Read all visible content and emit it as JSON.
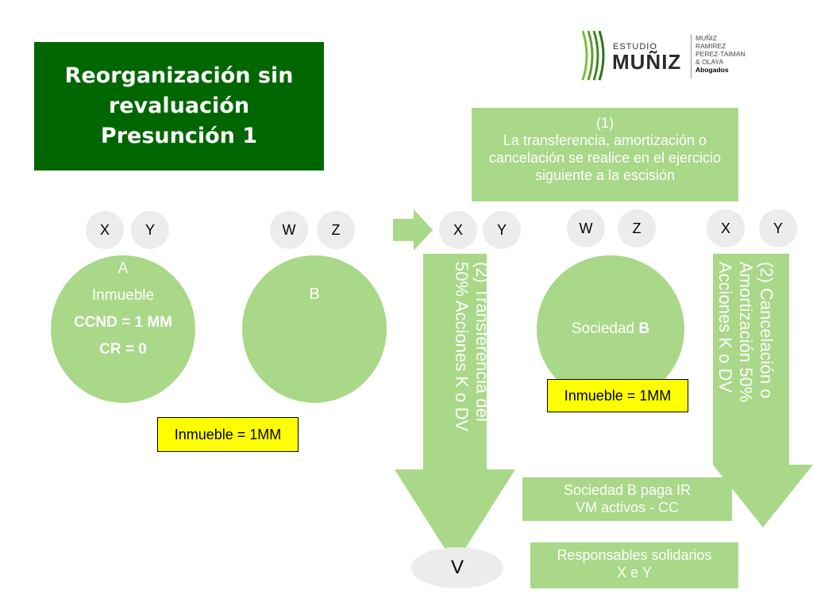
{
  "title": {
    "line1": "Reorganización sin",
    "line2": "revaluación",
    "line3": "Presunción 1"
  },
  "logo": {
    "estudio": "ESTUDIO",
    "muniz": "MUÑIZ",
    "partners": [
      "MUÑIZ",
      "RAMIREZ",
      "PEREZ-TAIMAN",
      "& OLAYA"
    ],
    "abogados": "Abogados"
  },
  "note1": {
    "number": "(1)",
    "text": "La transferencia, amortización o cancelación se realice en el ejercicio siguiente a la escisión"
  },
  "shareholders": {
    "x": "X",
    "y": "Y",
    "w": "W",
    "z": "Z"
  },
  "circle_a": {
    "name": "A",
    "asset": "Inmueble",
    "ccnd": "CCND = 1 MM",
    "cr": "CR = 0"
  },
  "circle_b": {
    "name": "B"
  },
  "inmueble_label": "Inmueble = 1MM",
  "transfer_arrow": "(2)     Transferencia del\n50% Acciones K o DV",
  "cancel_arrow": "(2)     Cancelación o\nAmortización  50%\nAcciones K o DV",
  "sociedad_b": {
    "prefix": "Sociedad ",
    "bold": "B"
  },
  "inmueble_label_2": "Inmueble = 1MM",
  "ir_box": {
    "line1": "Sociedad B paga IR",
    "line2": "VM activos - CC"
  },
  "v_label": "V",
  "resp_box": {
    "line1": "Responsables solidarios",
    "line2": "X e Y"
  },
  "colors": {
    "dark_green": "#006600",
    "light_green": "#a8d888",
    "yellow": "#ffff00",
    "circle_grey": "#ececec"
  }
}
